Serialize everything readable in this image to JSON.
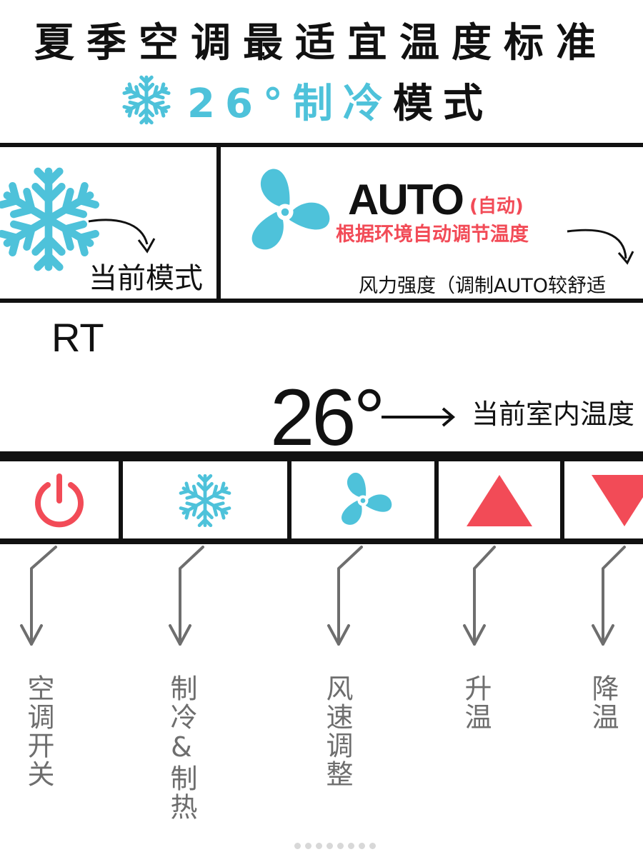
{
  "title": {
    "line1": "夏季空调最适宜温度标准",
    "line2_highlight": "26°制冷",
    "line2_rest": "模式"
  },
  "mode_panel": {
    "icon": "snowflake-icon",
    "label": "当前模式"
  },
  "fan_panel": {
    "icon": "fan-icon",
    "auto_label": "AUTO",
    "auto_sub": "(自动)",
    "description": "根据环境自动调节温度",
    "note": "风力强度（调制AUTO较舒适"
  },
  "display": {
    "rt_label": "RT",
    "temperature": "26°",
    "temperature_label": "当前室内温度"
  },
  "controls": [
    {
      "icon": "power-icon",
      "label": "空调开关"
    },
    {
      "icon": "snowflake-icon",
      "label": "制冷&制热"
    },
    {
      "icon": "fan-icon",
      "label": "风速调整"
    },
    {
      "icon": "triangle-up-icon",
      "label": "升温"
    },
    {
      "icon": "triangle-down-icon",
      "label": "降温"
    }
  ],
  "colors": {
    "accent_blue": "#4ec2da",
    "accent_red": "#f24b57",
    "line": "#111111",
    "arrow_gray": "#6e6e6e"
  }
}
